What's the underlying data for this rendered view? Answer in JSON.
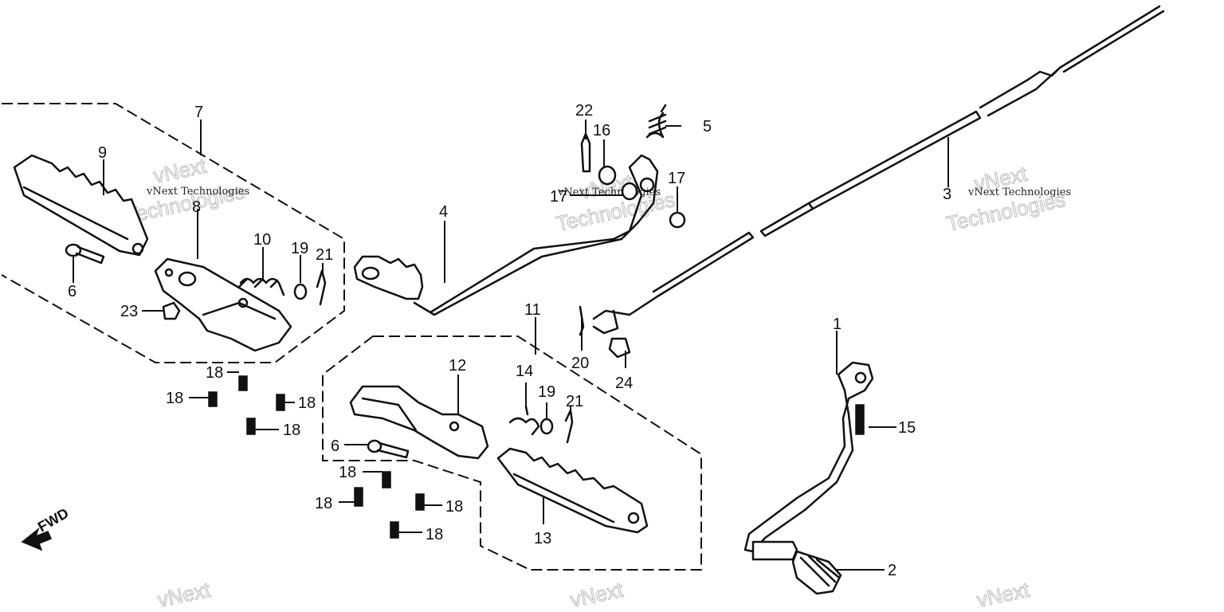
{
  "callouts": {
    "c1": "1",
    "c2": "2",
    "c3": "3",
    "c4": "4",
    "c5": "5",
    "c6a": "6",
    "c6b": "6",
    "c7": "7",
    "c8": "8",
    "c9": "9",
    "c10": "10",
    "c11": "11",
    "c12": "12",
    "c13": "13",
    "c14": "14",
    "c15": "15",
    "c16": "16",
    "c17a": "17",
    "c17b": "17",
    "c18a": "18",
    "c18b": "18",
    "c18c": "18",
    "c18d": "18",
    "c18e": "18",
    "c18f": "18",
    "c18g": "18",
    "c18h": "18",
    "c19a": "19",
    "c19b": "19",
    "c20": "20",
    "c21a": "21",
    "c21b": "21",
    "c22": "22",
    "c23": "23",
    "c24": "24"
  },
  "watermark": {
    "small_text": "vNext Technologies",
    "big_line1": "vNext",
    "big_line2": "Technologies"
  },
  "direction": {
    "label": "FWD"
  }
}
